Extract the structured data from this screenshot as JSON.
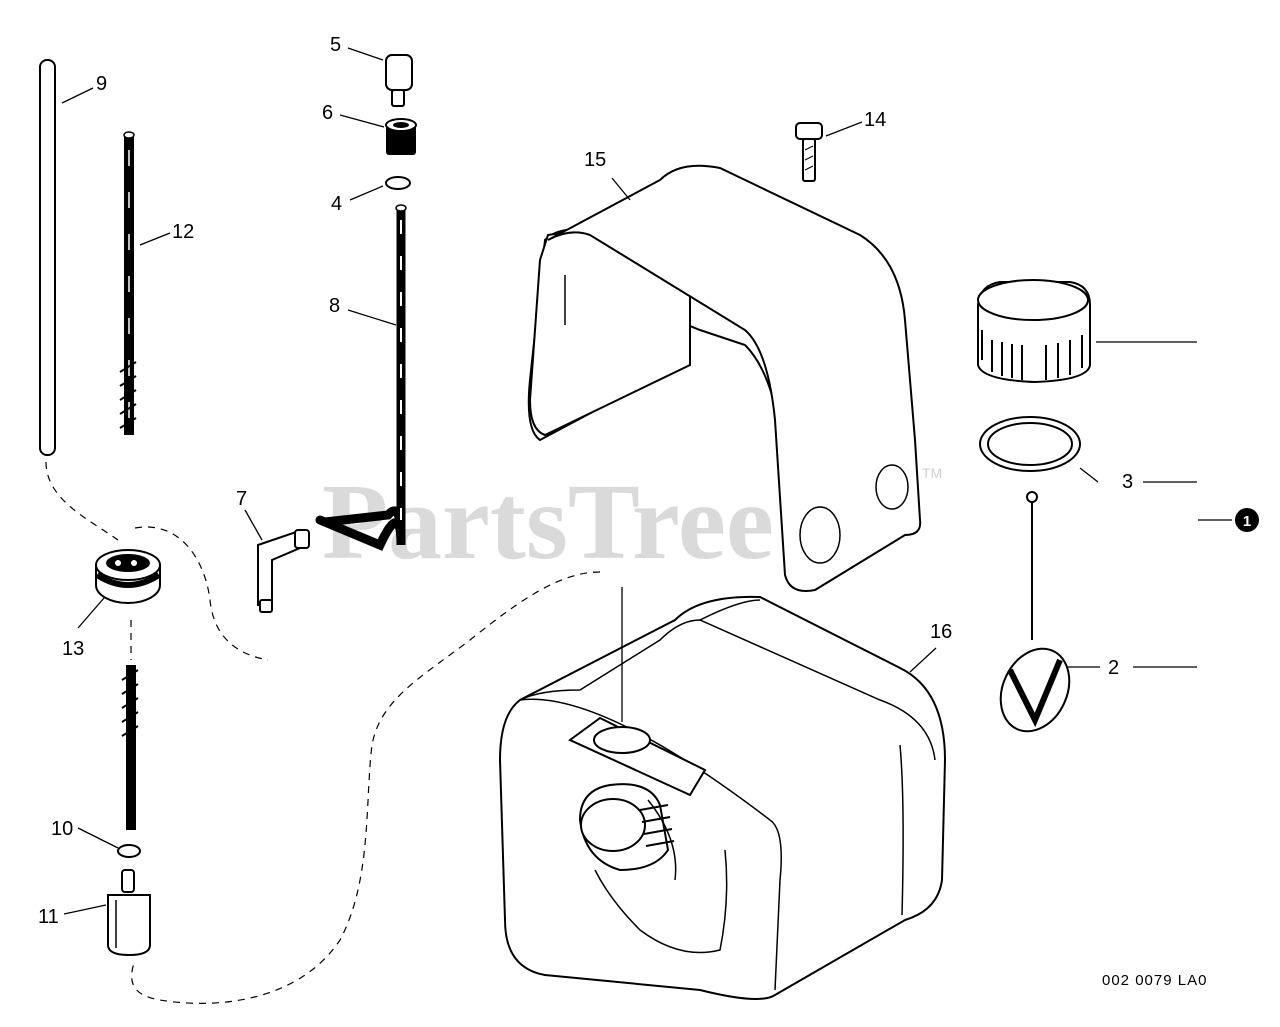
{
  "callouts": {
    "c1": "1",
    "c2": "2",
    "c3": "3",
    "c4": "4",
    "c5": "5",
    "c6": "6",
    "c7": "7",
    "c8": "8",
    "c9": "9",
    "c10": "10",
    "c11": "11",
    "c12": "12",
    "c13": "13",
    "c14": "14",
    "c15": "15",
    "c16": "16"
  },
  "drawing_code": "002 0079 LA0",
  "watermark": {
    "text": "PartsTree",
    "trademark": "TM"
  }
}
